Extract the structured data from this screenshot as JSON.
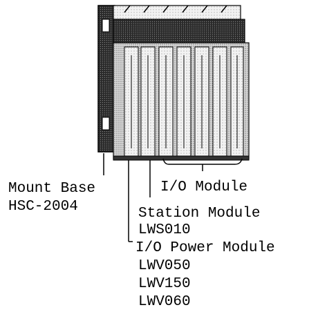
{
  "labels": {
    "mount_base": "Mount Base",
    "mount_base_model": "HSC-2004",
    "io_module": "I/O Module",
    "station_module": "Station Module",
    "station_module_model": "LWS010",
    "io_power_module": "I/O Power Module",
    "io_power_models": [
      "LWV050",
      "LWV150",
      "LWV060"
    ]
  }
}
